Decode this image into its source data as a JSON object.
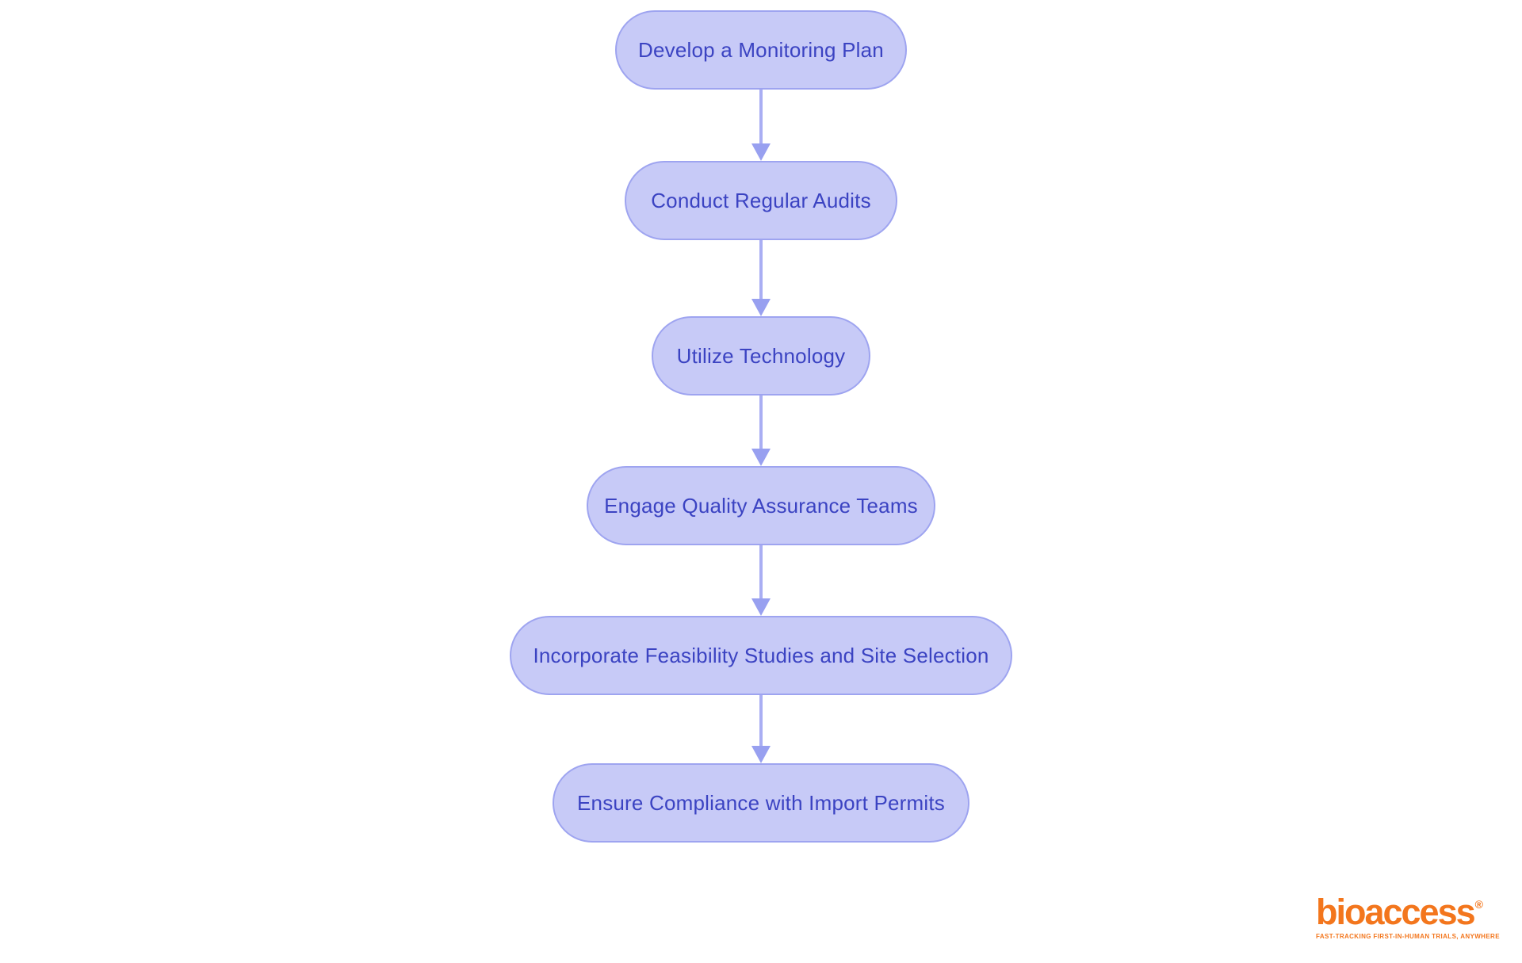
{
  "page": {
    "background": "#ffffff"
  },
  "flowchart": {
    "type": "vertical-flow",
    "direction": "top-to-bottom",
    "nodes": [
      {
        "id": 1,
        "label": "Develop a Monitoring Plan"
      },
      {
        "id": 2,
        "label": "Conduct Regular Audits"
      },
      {
        "id": 3,
        "label": "Utilize Technology"
      },
      {
        "id": 4,
        "label": "Engage Quality Assurance Teams"
      },
      {
        "id": 5,
        "label": "Incorporate Feasibility Studies and Site Selection"
      },
      {
        "id": 6,
        "label": "Ensure Compliance with Import Permits"
      }
    ],
    "connections": [
      {
        "from": 1,
        "to": 2
      },
      {
        "from": 2,
        "to": 3
      },
      {
        "from": 3,
        "to": 4
      },
      {
        "from": 4,
        "to": 5
      },
      {
        "from": 5,
        "to": 6
      }
    ],
    "colors": {
      "node_fill": "#c7caf7",
      "node_border": "#9ea4f0",
      "node_text": "#3b43c2",
      "arrow_line": "#a9aef3",
      "arrow_head": "#98a0f0"
    }
  },
  "logo": {
    "brand": "bioaccess",
    "registered": "®",
    "tagline": "FAST-TRACKING FIRST-IN-HUMAN TRIALS, ANYWHERE",
    "color": "#f3761d"
  }
}
